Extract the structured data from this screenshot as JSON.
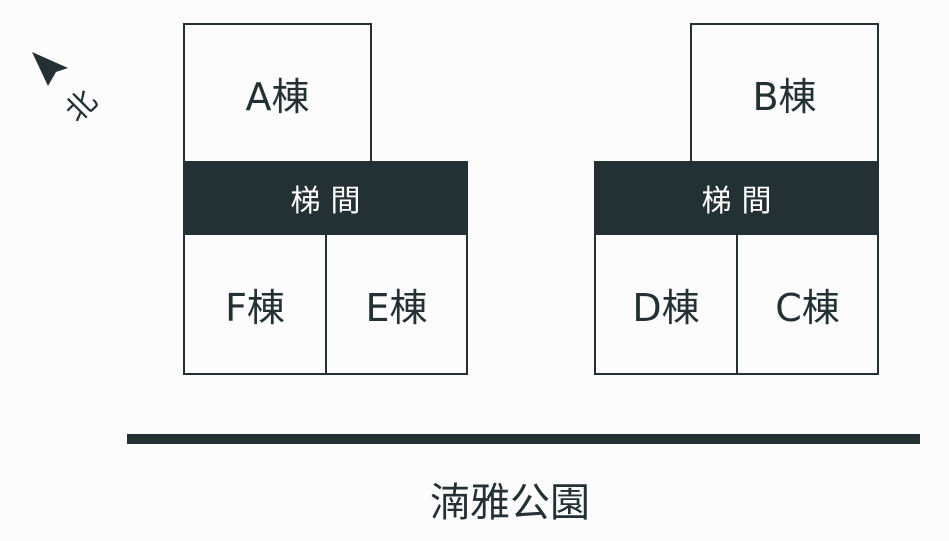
{
  "compass": {
    "label": "北",
    "icon": "north-arrow-icon"
  },
  "left_building": {
    "top_unit": "A棟",
    "stair": "梯間",
    "bottom_left_unit": "F棟",
    "bottom_right_unit": "E棟"
  },
  "right_building": {
    "top_unit": "B棟",
    "stair": "梯間",
    "bottom_left_unit": "D棟",
    "bottom_right_unit": "C棟"
  },
  "park": {
    "label": "湳雅公園"
  },
  "colors": {
    "ink": "#233134",
    "background": "#fcfcfd",
    "bar_text": "#ffffff"
  }
}
